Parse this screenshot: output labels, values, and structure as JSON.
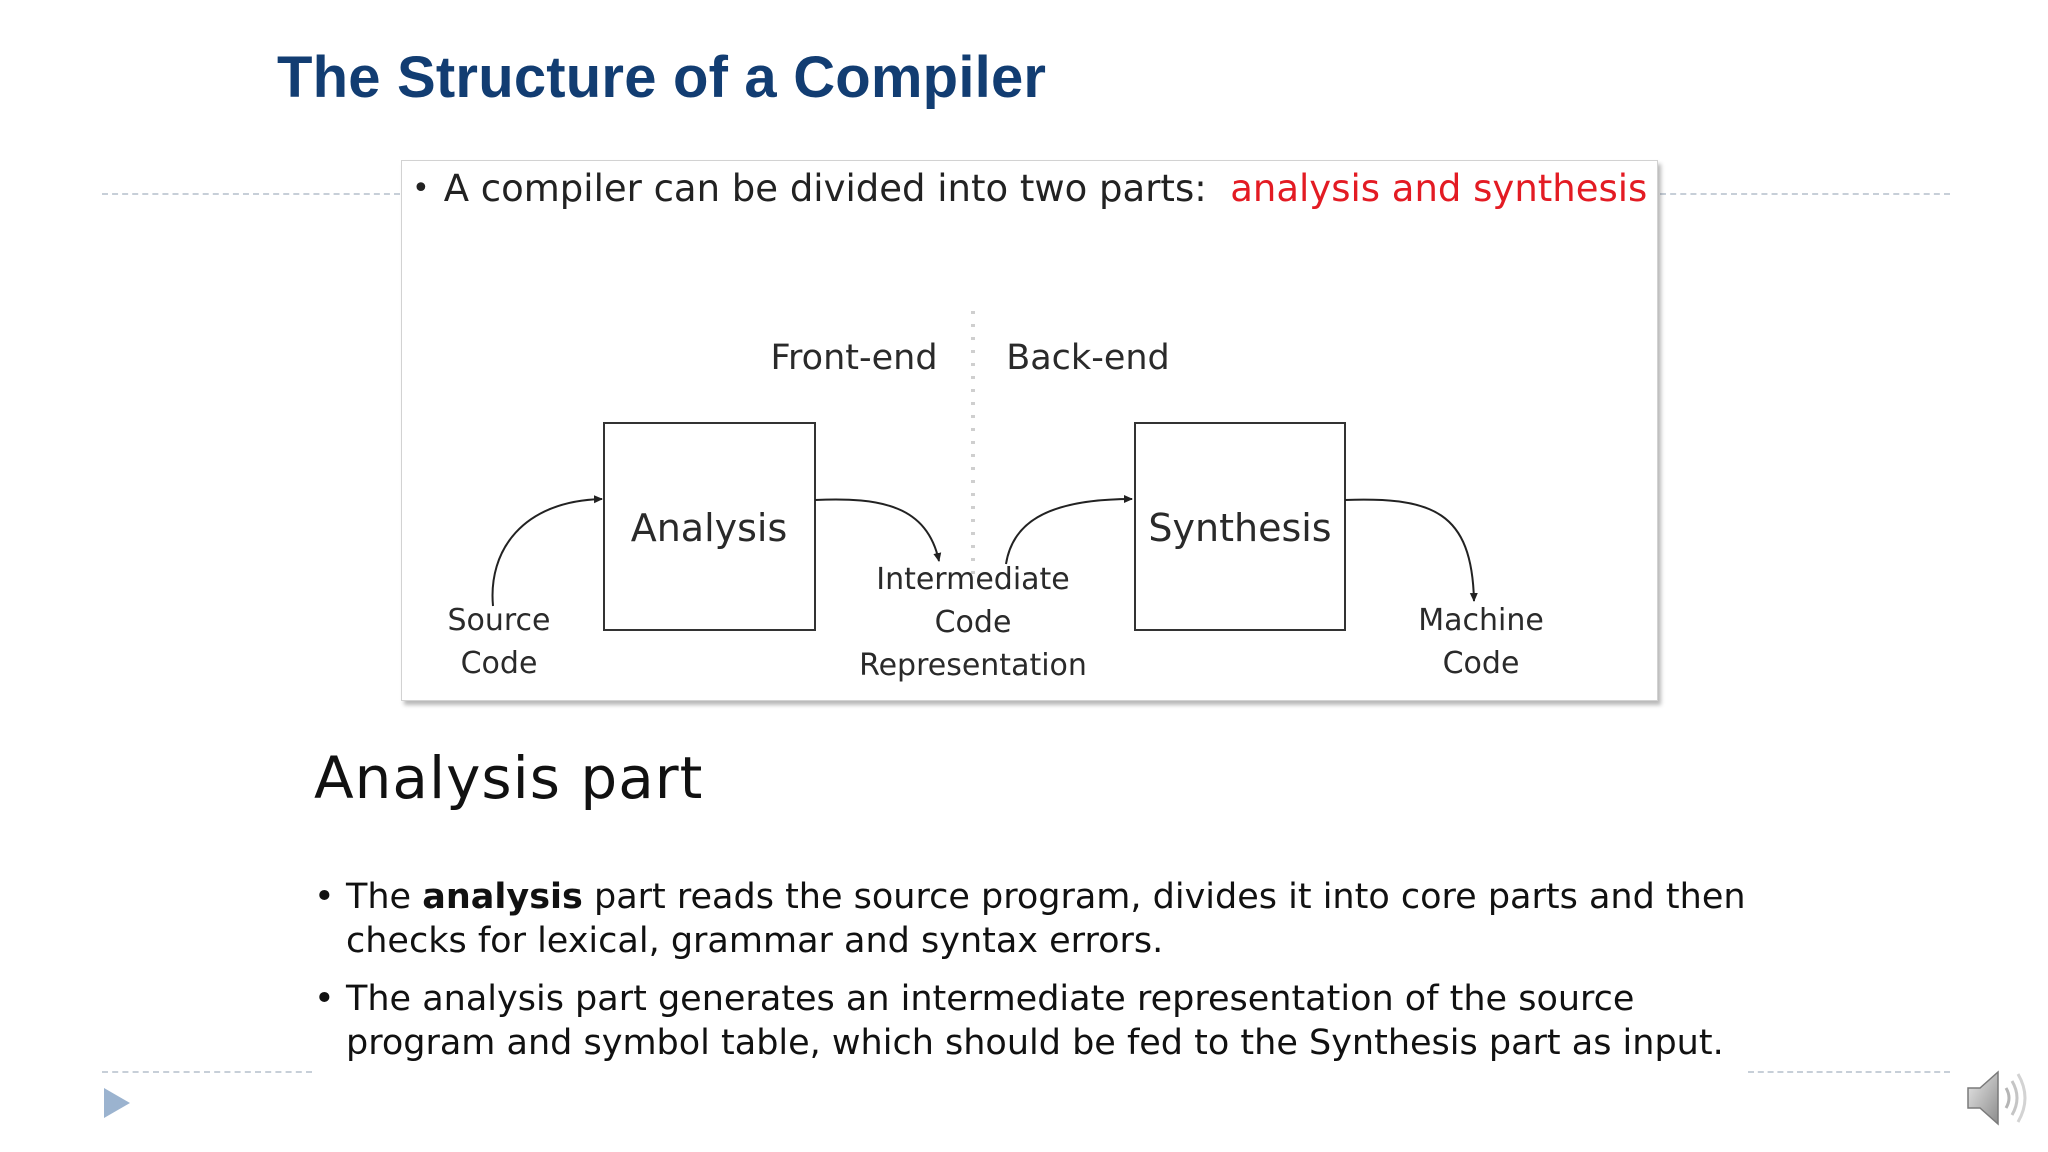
{
  "slide": {
    "title": "The Structure of a Compiler"
  },
  "figure": {
    "caption_prefix": "A compiler can be divided into two parts:",
    "caption_highlight": "analysis and synthesis",
    "front_end_label": "Front-end",
    "back_end_label": "Back-end",
    "analysis_box": "Analysis",
    "synthesis_box": "Synthesis",
    "source_line1": "Source",
    "source_line2": "Code",
    "ir_line1": "Intermediate",
    "ir_line2": "Code",
    "ir_line3": "Representation",
    "machine_line1": "Machine",
    "machine_line2": "Code",
    "highlight_color": "#e31b23"
  },
  "section": {
    "heading": "Analysis part",
    "bullet1_pre": "The ",
    "bullet1_bold": "analysis",
    "bullet1_post": " part reads the source program, divides it into core parts and then checks for lexical, grammar and syntax errors.",
    "bullet2": "The analysis part generates an intermediate representation of the source program and symbol table, which should be fed to the Synthesis part as input."
  },
  "controls": {
    "next_icon": "play-triangle-icon",
    "audio_icon": "speaker-icon"
  },
  "colors": {
    "title": "#123d72",
    "accent_triangle": "#9bb3cf"
  }
}
